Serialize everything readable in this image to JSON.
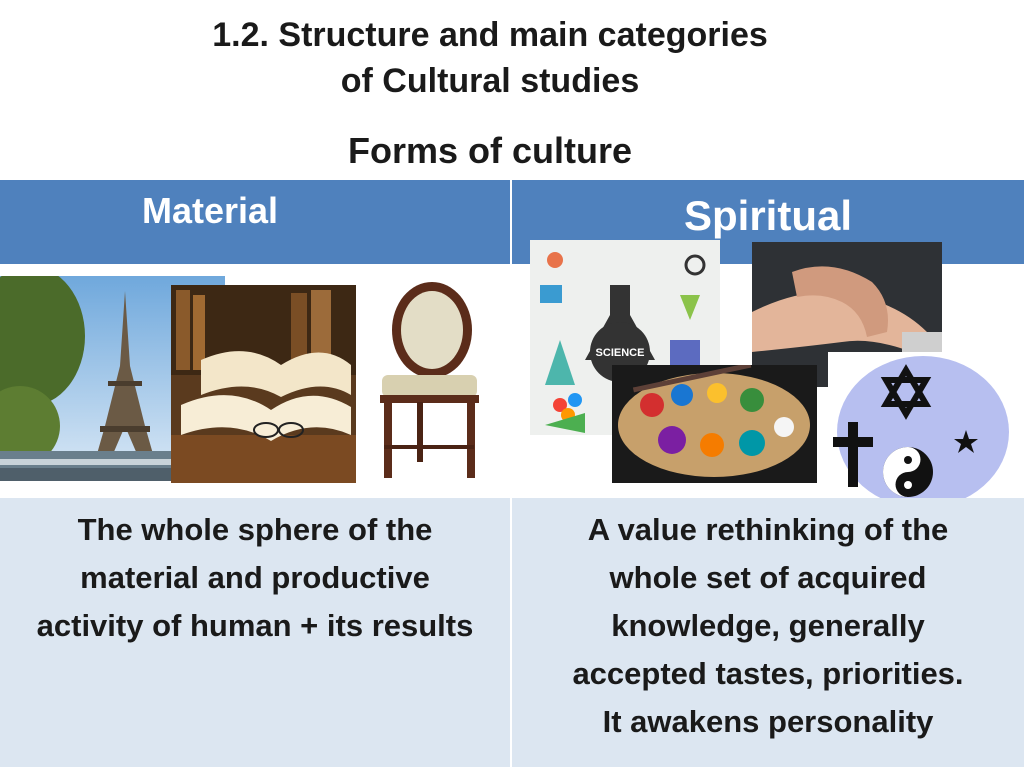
{
  "title": {
    "line1": "1.2.  Structure and main categories",
    "line2": "of Cultural studies"
  },
  "subtitle": "Forms of culture",
  "columns": {
    "material": {
      "header": "Material",
      "description_lines": [
        "The whole sphere of the",
        "material and productive",
        "activity of human + its results"
      ]
    },
    "spiritual": {
      "header": "Spiritual",
      "description_lines": [
        "A value rethinking of the",
        "whole set of acquired",
        "knowledge, generally",
        "accepted tastes, priorities.",
        "It awakens personality"
      ]
    }
  },
  "images": {
    "science_label": "SCIENCE"
  },
  "colors": {
    "header_blue": "#4f81bd",
    "cell_light": "#dce6f1"
  }
}
